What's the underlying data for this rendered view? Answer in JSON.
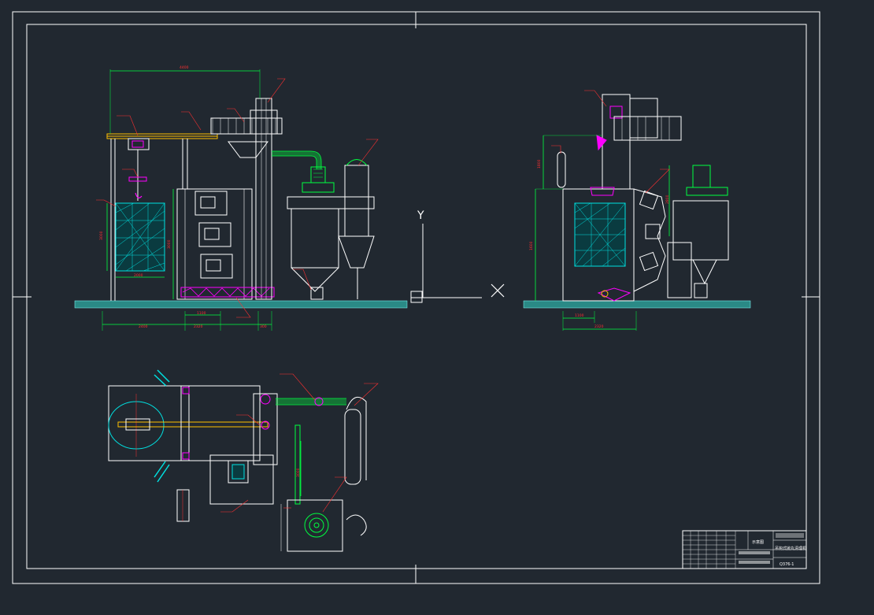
{
  "colors": {
    "background": "#212830",
    "frame": "#ffffff",
    "machine": "#ffffff",
    "dimension": "#00ff40",
    "annotation_text": "#ff3030",
    "hook": "#ff00ff",
    "workpiece": "#00e0e0",
    "shaft": "#ffc000",
    "ground": "#2a8a86"
  },
  "icons": {
    "ucs": "ucs-y-axis-icon",
    "crosshair": "crosshair-x-icon"
  },
  "axis_labels": {
    "y": "Y",
    "x": "X"
  },
  "front_view": {
    "dimensions": {
      "overall_width": "4400",
      "rack_height": "3000",
      "rack_width": "2000",
      "chamber_height": "3000",
      "bottom_left": "2400",
      "bottom_mid": "1100",
      "bottom_right": "2320",
      "bottom_small": "300"
    }
  },
  "side_view": {
    "dimensions": {
      "height_upper": "1800",
      "height_lower": "1600",
      "cabinet_height": "2800",
      "bottom_inner": "1100",
      "bottom_outer": "2320"
    }
  },
  "plan_view": {
    "dimensions": {
      "duct_length": "3000"
    }
  },
  "title_block": {
    "drawing_title": "吊钩式抛丸清理机",
    "designer": "示意图",
    "drawing_no": "Q376-1"
  }
}
